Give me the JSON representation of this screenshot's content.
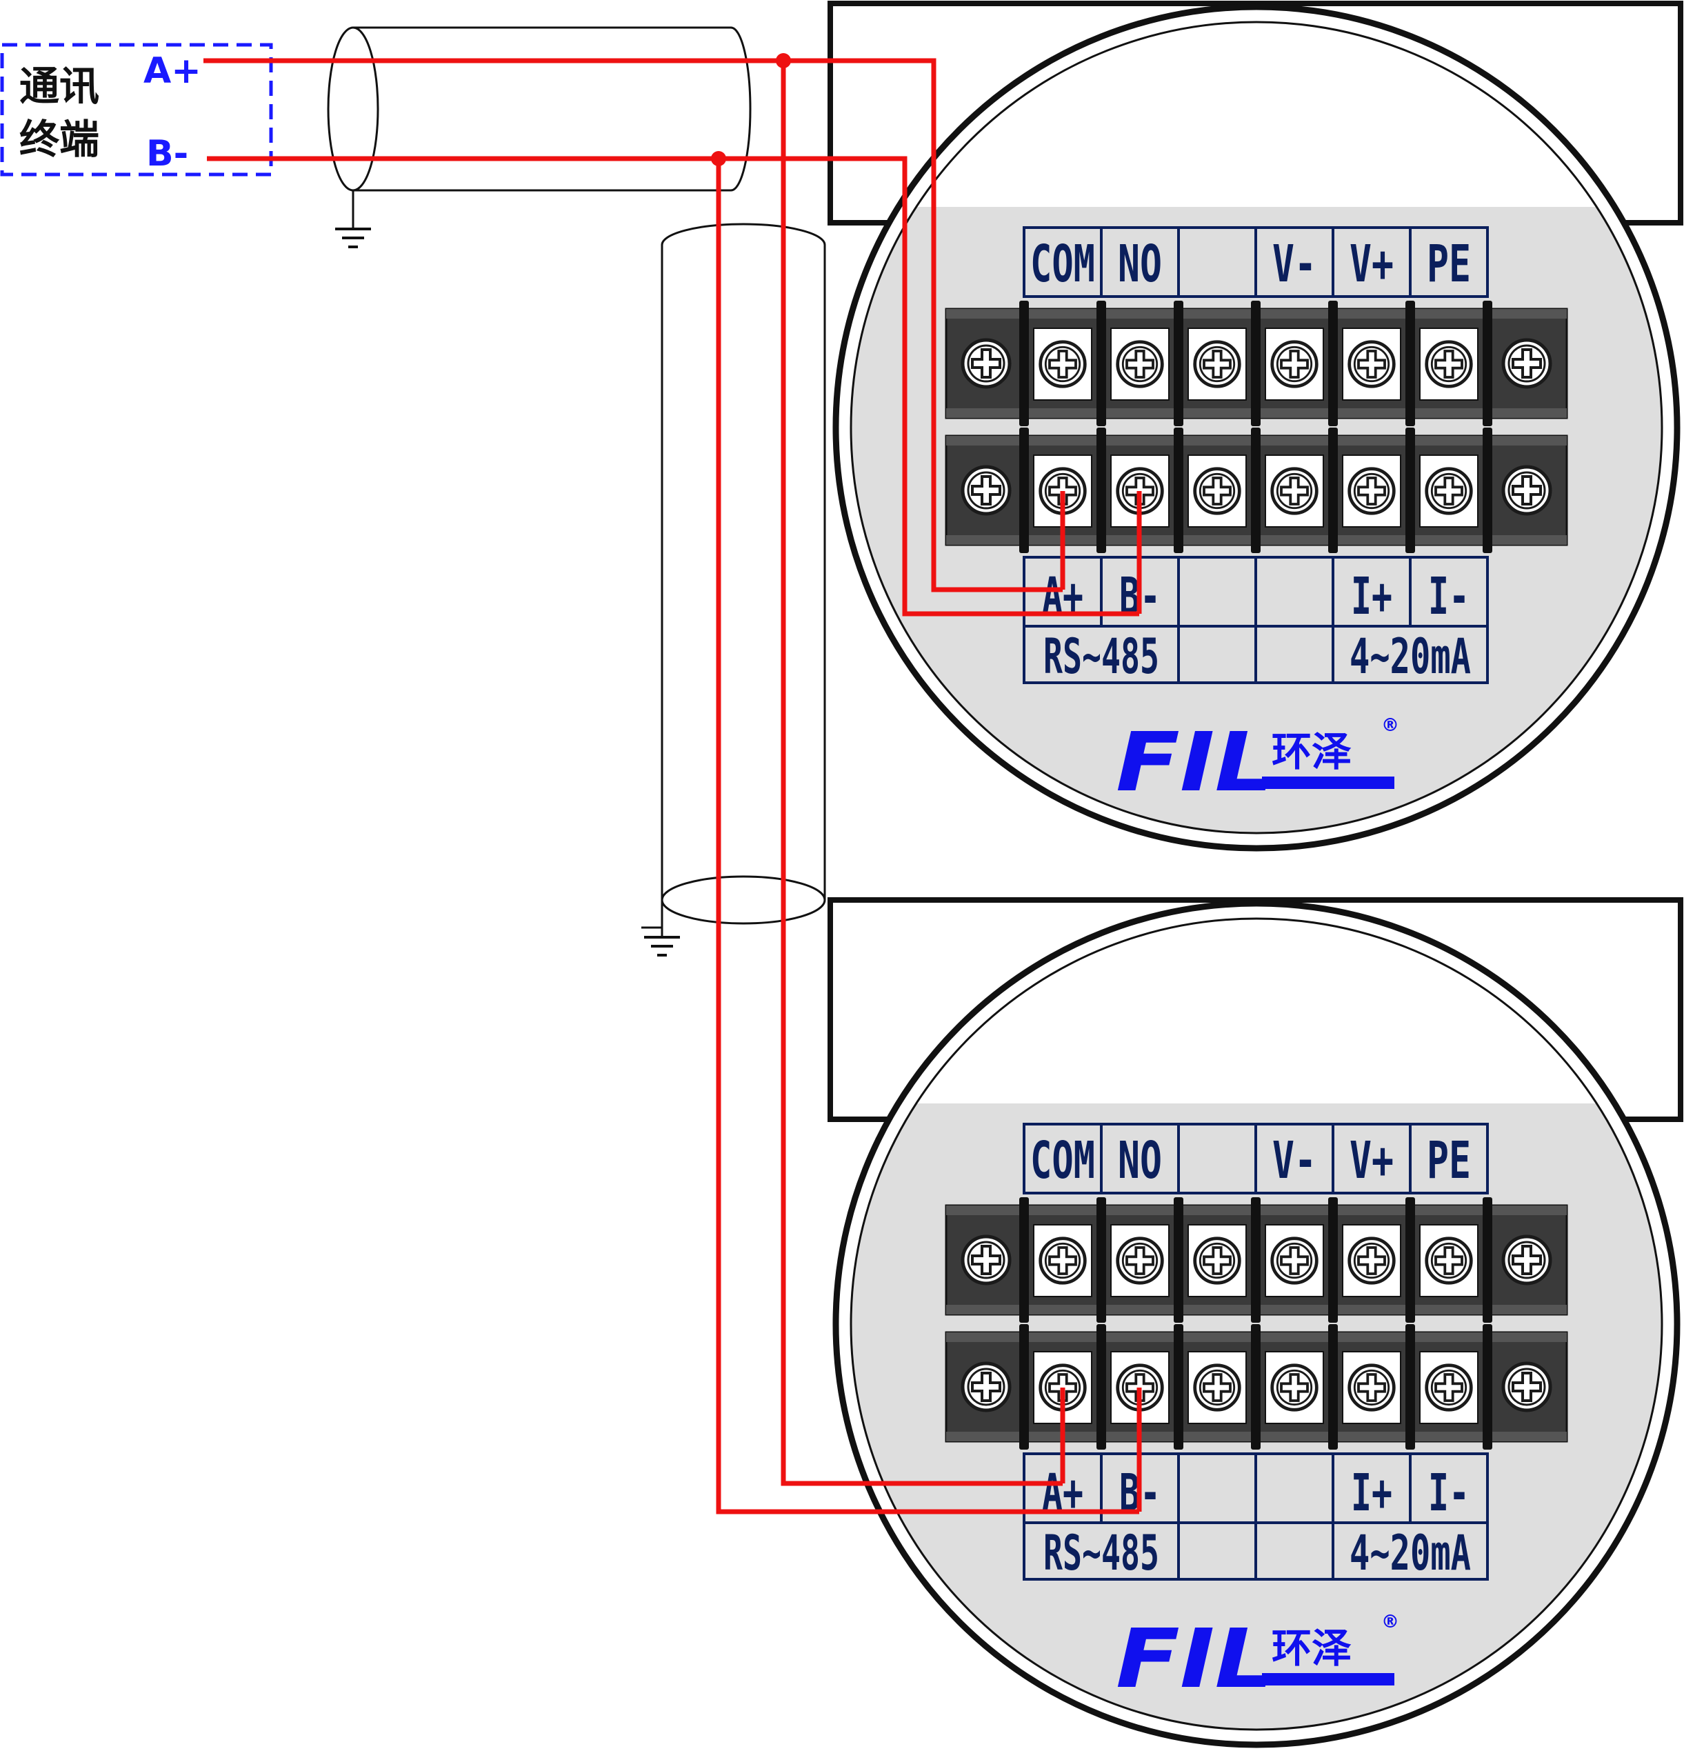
{
  "terminal": {
    "name": "通讯终端",
    "name_line1": "通讯",
    "name_line2": "终端",
    "a_label": "A+",
    "b_label": "B-"
  },
  "devices": [
    {
      "top_labels": [
        "COM",
        "NO",
        "",
        "V-",
        "V+",
        "PE"
      ],
      "bottom_labels": [
        "A+",
        "B-",
        "",
        "",
        "I+",
        "I-"
      ],
      "group_labels": {
        "rs485": "RS~485",
        "current": "4~20mA"
      },
      "brand": {
        "logo": "FIL",
        "cn": "环泽",
        "reg": "®"
      }
    },
    {
      "top_labels": [
        "COM",
        "NO",
        "",
        "V-",
        "V+",
        "PE"
      ],
      "bottom_labels": [
        "A+",
        "B-",
        "",
        "",
        "I+",
        "I-"
      ],
      "group_labels": {
        "rs485": "RS~485",
        "current": "4~20mA"
      },
      "brand": {
        "logo": "FIL",
        "cn": "环泽",
        "reg": "®"
      }
    }
  ],
  "colors": {
    "wire": "#ee1111",
    "label_blue": "#1a1aff",
    "table_navy": "#0b1f5c",
    "terminal_strip": "#3a3a3a",
    "panel_gray": "#dedede"
  }
}
